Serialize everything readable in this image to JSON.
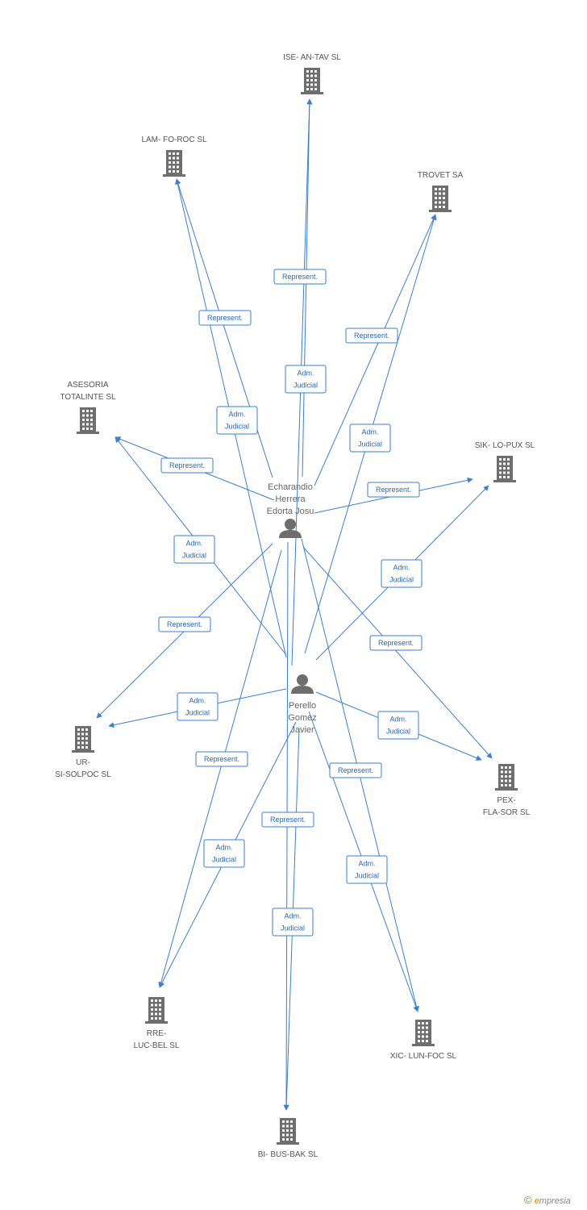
{
  "persons": [
    {
      "id": "p1",
      "label_lines": [
        "Echarandio",
        "Herrera",
        "Edorta Josu"
      ]
    },
    {
      "id": "p2",
      "label_lines": [
        "Perello",
        "Gomez",
        "Javier"
      ]
    }
  ],
  "companies": [
    {
      "id": "c1",
      "label_lines": [
        "ISE- AN-TAV SL"
      ]
    },
    {
      "id": "c2",
      "label_lines": [
        "LAM- FO-ROC SL"
      ]
    },
    {
      "id": "c3",
      "label_lines": [
        "TROVET SA"
      ]
    },
    {
      "id": "c4",
      "label_lines": [
        "ASESORIA",
        "TOTALINTE SL"
      ]
    },
    {
      "id": "c5",
      "label_lines": [
        "SIK- LO-PUX SL"
      ]
    },
    {
      "id": "c6",
      "label_lines": [
        "UR-",
        "SI-SOLPOC SL"
      ]
    },
    {
      "id": "c7",
      "label_lines": [
        "PEX-",
        "FLA-SOR SL"
      ]
    },
    {
      "id": "c8",
      "label_lines": [
        "RRE-",
        "LUC-BEL SL"
      ]
    },
    {
      "id": "c9",
      "label_lines": [
        "XIC- LUN-FOC SL"
      ]
    },
    {
      "id": "c10",
      "label_lines": [
        "BI- BUS-BAK SL"
      ]
    }
  ],
  "edges": [
    {
      "from": "p1",
      "to": "c1",
      "label_lines": [
        "Represent."
      ]
    },
    {
      "from": "p2",
      "to": "c1",
      "label_lines": [
        "Adm.",
        "Judicial"
      ]
    },
    {
      "from": "p1",
      "to": "c2",
      "label_lines": [
        "Represent."
      ]
    },
    {
      "from": "p2",
      "to": "c2",
      "label_lines": [
        "Adm.",
        "Judicial"
      ]
    },
    {
      "from": "p1",
      "to": "c3",
      "label_lines": [
        "Represent."
      ]
    },
    {
      "from": "p2",
      "to": "c3",
      "label_lines": [
        "Adm.",
        "Judicial"
      ]
    },
    {
      "from": "p1",
      "to": "c4",
      "label_lines": [
        "Represent."
      ]
    },
    {
      "from": "p2",
      "to": "c4",
      "label_lines": [
        "Adm.",
        "Judicial"
      ]
    },
    {
      "from": "p1",
      "to": "c5",
      "label_lines": [
        "Represent."
      ]
    },
    {
      "from": "p2",
      "to": "c5",
      "label_lines": [
        "Adm.",
        "Judicial"
      ]
    },
    {
      "from": "p1",
      "to": "c6",
      "label_lines": [
        "Represent."
      ]
    },
    {
      "from": "p2",
      "to": "c6",
      "label_lines": [
        "Adm.",
        "Judicial"
      ]
    },
    {
      "from": "p1",
      "to": "c7",
      "label_lines": [
        "Represent."
      ]
    },
    {
      "from": "p2",
      "to": "c7",
      "label_lines": [
        "Adm.",
        "Judicial"
      ]
    },
    {
      "from": "p1",
      "to": "c8",
      "label_lines": [
        "Represent."
      ]
    },
    {
      "from": "p2",
      "to": "c8",
      "label_lines": [
        "Adm.",
        "Judicial"
      ]
    },
    {
      "from": "p2",
      "to": "c9",
      "label_lines": [
        "Represent."
      ]
    },
    {
      "from": "p1",
      "to": "c9",
      "label_lines": [
        "Adm.",
        "Judicial"
      ]
    },
    {
      "from": "p2",
      "to": "c10",
      "label_lines": [
        "Represent."
      ]
    },
    {
      "from": "p1",
      "to": "c10",
      "label_lines": [
        "Adm.",
        "Judicial"
      ]
    }
  ],
  "colors": {
    "edge": "#3a7fd5",
    "icon": "#6e6e6e",
    "label": "#555555"
  },
  "icons": {
    "company": "building-icon",
    "person": "person-icon"
  },
  "brand": {
    "copyright": "©",
    "name_first": "e",
    "name_rest": "mpresia"
  }
}
